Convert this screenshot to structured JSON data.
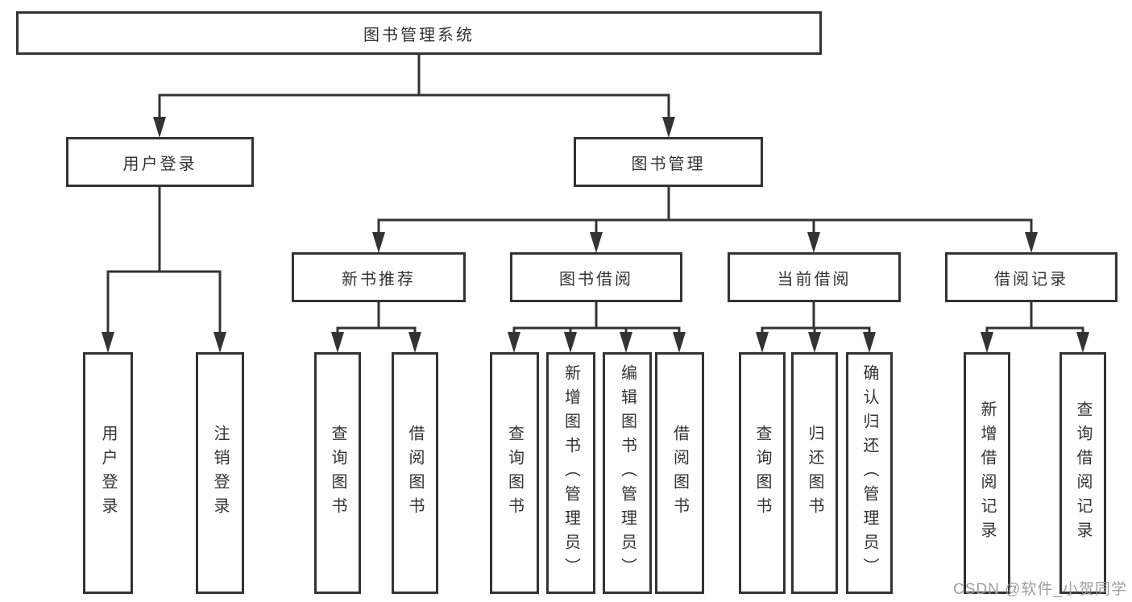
{
  "tree": {
    "root": {
      "label": "图书管理系统"
    },
    "branches": [
      {
        "label": "用户登录",
        "children": [
          {
            "label": "用户登录"
          },
          {
            "label": "注销登录"
          }
        ]
      },
      {
        "label": "图书管理",
        "sections": [
          {
            "label": "新书推荐",
            "children": [
              {
                "label": "查询图书"
              },
              {
                "label": "借阅图书"
              }
            ]
          },
          {
            "label": "图书借阅",
            "children": [
              {
                "label": "查询图书"
              },
              {
                "label": "新增图书（管理员）"
              },
              {
                "label": "编辑图书（管理员）"
              },
              {
                "label": "借阅图书"
              }
            ]
          },
          {
            "label": "当前借阅",
            "children": [
              {
                "label": "查询图书"
              },
              {
                "label": "归还图书"
              },
              {
                "label": "确认归还（管理员）"
              }
            ]
          },
          {
            "label": "借阅记录",
            "children": [
              {
                "label": "新增借阅记录"
              },
              {
                "label": "查询借阅记录"
              }
            ]
          }
        ]
      }
    ]
  },
  "watermark": {
    "text": "CSDN @软件_小贺同学"
  },
  "colors": {
    "line": "#333333",
    "text": "#333333",
    "box_background": "#ffffff",
    "page_background": "#ffffff",
    "watermark": "#9d9da1"
  }
}
